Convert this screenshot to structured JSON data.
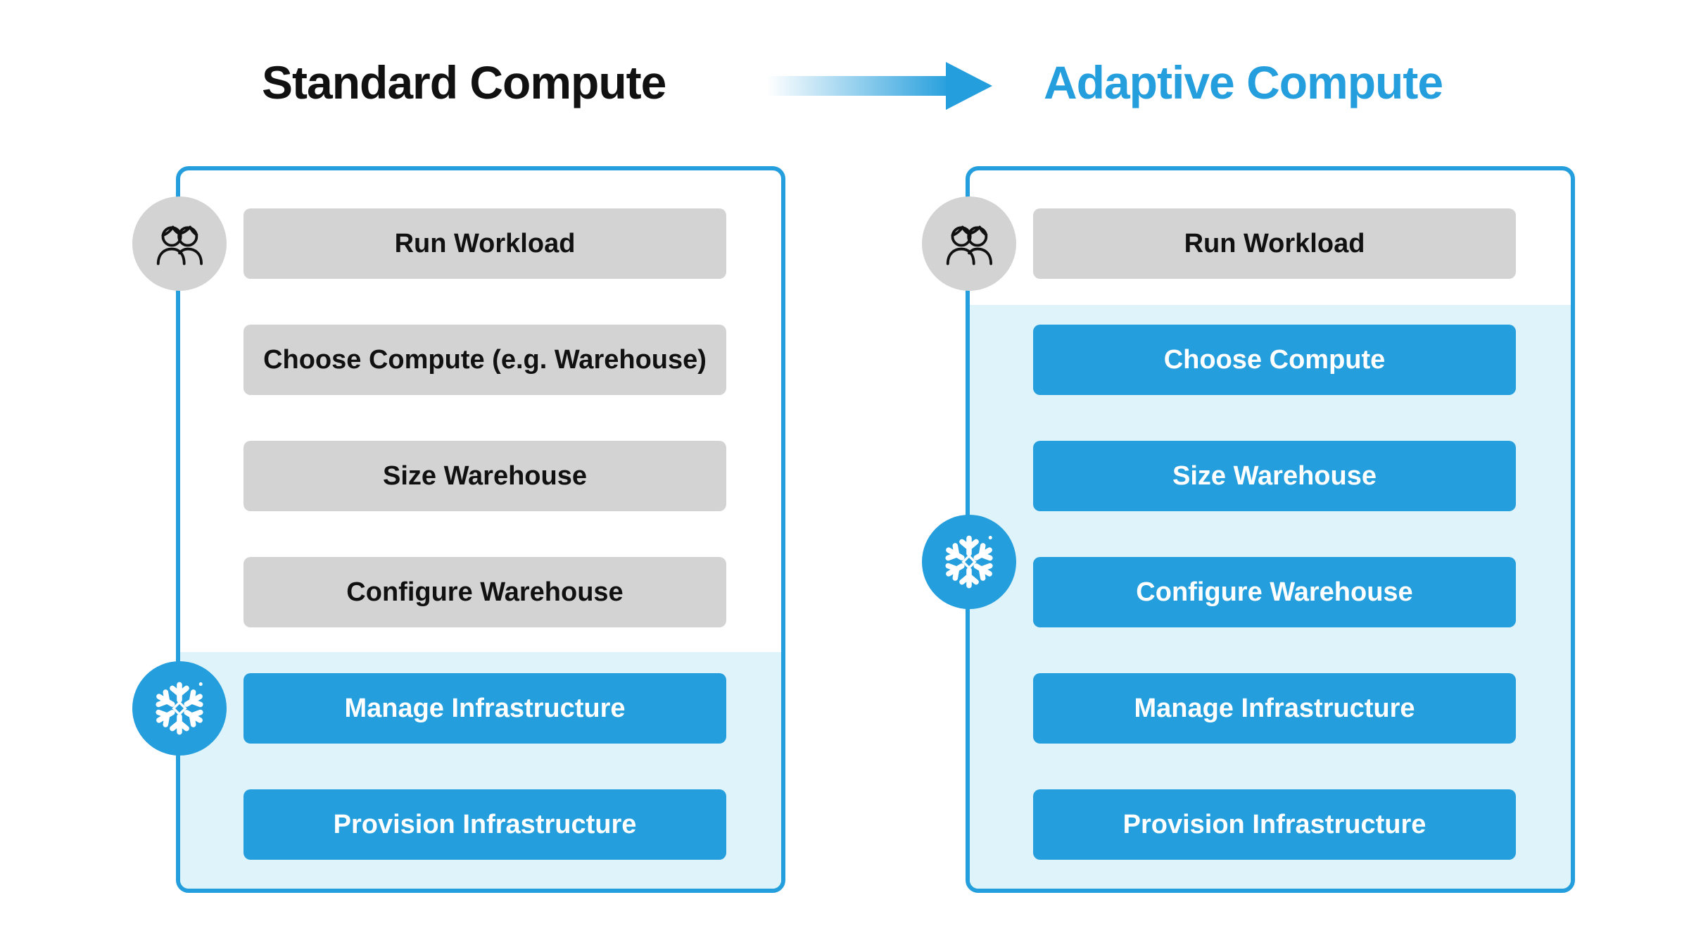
{
  "left": {
    "title": "Standard Compute",
    "steps": [
      "Run Workload",
      "Choose Compute (e.g. Warehouse)",
      "Size Warehouse",
      "Configure Warehouse",
      "Manage Infrastructure",
      "Provision Infrastructure"
    ],
    "user_managed_steps": 4,
    "icons": [
      "users-icon",
      "snowflake-icon"
    ]
  },
  "right": {
    "title": "Adaptive Compute",
    "steps": [
      "Run Workload",
      "Choose Compute",
      "Size Warehouse",
      "Configure Warehouse",
      "Manage Infrastructure",
      "Provision Infrastructure"
    ],
    "user_managed_steps": 1,
    "icons": [
      "users-icon",
      "snowflake-icon"
    ]
  },
  "colors": {
    "accent": "#249edc",
    "shade": "#dff3fa",
    "user_step": "#d3d3d3",
    "title_dark": "#111111"
  }
}
